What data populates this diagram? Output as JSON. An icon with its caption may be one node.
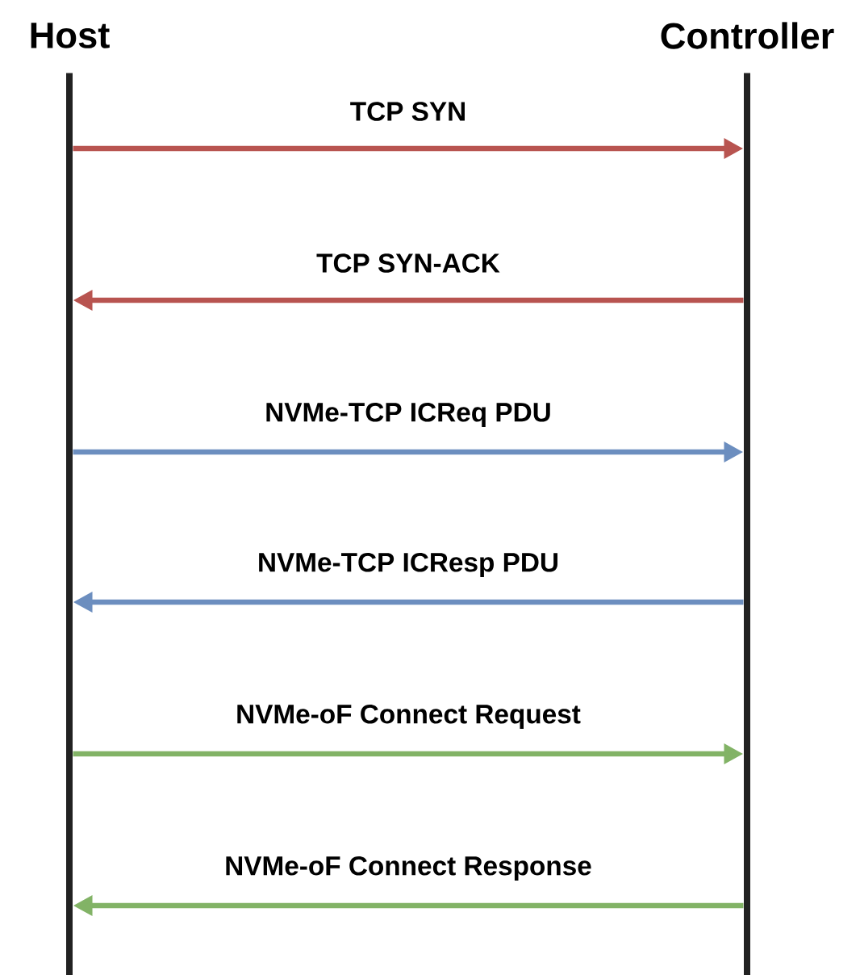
{
  "diagram": {
    "nodes": [
      {
        "text": [
          "Host"
        ]
      },
      {
        "text": [
          "Controller"
        ]
      }
    ],
    "edges": [
      {
        "from": 0,
        "to": 1,
        "arrow": "to",
        "label": "TCP SYN",
        "color": "#b85450"
      },
      {
        "from": 1,
        "to": 0,
        "arrow": "to",
        "label": "TCP SYN-ACK",
        "color": "#b85450"
      },
      {
        "from": 0,
        "to": 1,
        "arrow": "to",
        "label": "NVMe-TCP ICReq PDU",
        "color": "#6c8ebf"
      },
      {
        "from": 1,
        "to": 0,
        "arrow": "to",
        "label": "NVMe-TCP ICResp PDU",
        "color": "#6c8ebf"
      },
      {
        "from": 0,
        "to": 1,
        "arrow": "to",
        "label": "NVMe-oF Connect Request",
        "color": "#82b366"
      },
      {
        "from": 1,
        "to": 0,
        "arrow": "to",
        "label": "NVMe-oF Connect Response",
        "color": "#82b366"
      }
    ]
  }
}
